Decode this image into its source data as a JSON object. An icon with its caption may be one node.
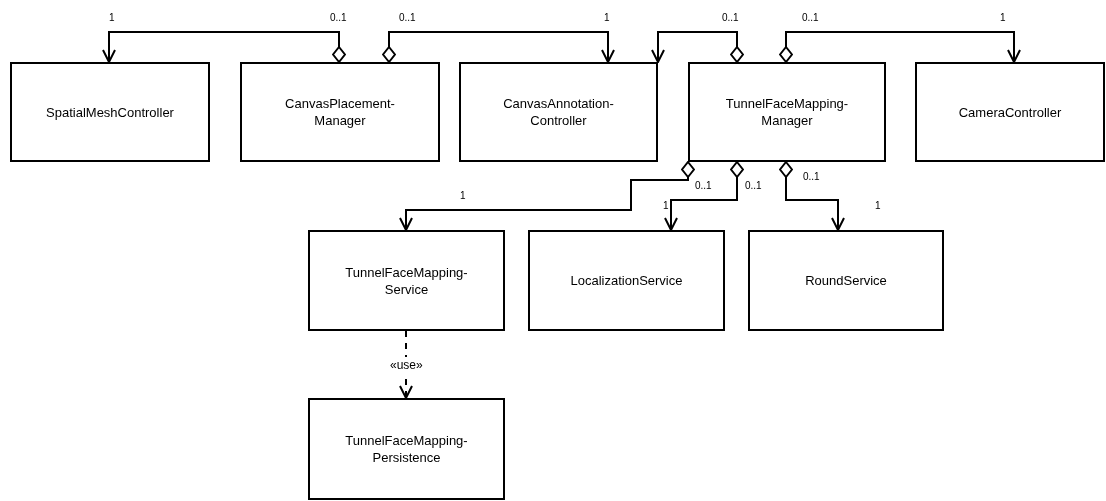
{
  "diagram": {
    "nodes": [
      {
        "text": [
          "SpatialMeshController"
        ]
      },
      {
        "text": [
          "CanvasPlacement- Manager"
        ]
      },
      {
        "text": [
          "CanvasAnnotation- Controller"
        ]
      },
      {
        "text": [
          "TunnelFaceMapping- Manager"
        ]
      },
      {
        "text": [
          "CameraController"
        ]
      },
      {
        "text": [
          "TunnelFaceMapping- Service"
        ]
      },
      {
        "text": [
          "LocalizationService"
        ]
      },
      {
        "text": [
          "RoundService"
        ]
      },
      {
        "text": [
          "TunnelFaceMapping- Persistence"
        ]
      }
    ],
    "edges": [
      {
        "from": 1,
        "to": 0,
        "arrow": "to"
      },
      {
        "from": 1,
        "to": 2,
        "arrow": "to"
      },
      {
        "from": 3,
        "to": 2,
        "arrow": "to"
      },
      {
        "from": 3,
        "to": 4,
        "arrow": "to"
      },
      {
        "from": 3,
        "to": 5,
        "arrow": "to"
      },
      {
        "from": 3,
        "to": 6,
        "arrow": "to"
      },
      {
        "from": 3,
        "to": 7,
        "arrow": "to"
      },
      {
        "from": 5,
        "to": 8,
        "arrow": "to",
        "style": "dashed",
        "label": "«use»"
      }
    ],
    "labels": [
      "1",
      "0..1",
      "0..1",
      "1",
      "0..1",
      "0..1",
      "1",
      "0..1",
      "0..1",
      "0..1",
      "1",
      "1",
      "1"
    ]
  }
}
